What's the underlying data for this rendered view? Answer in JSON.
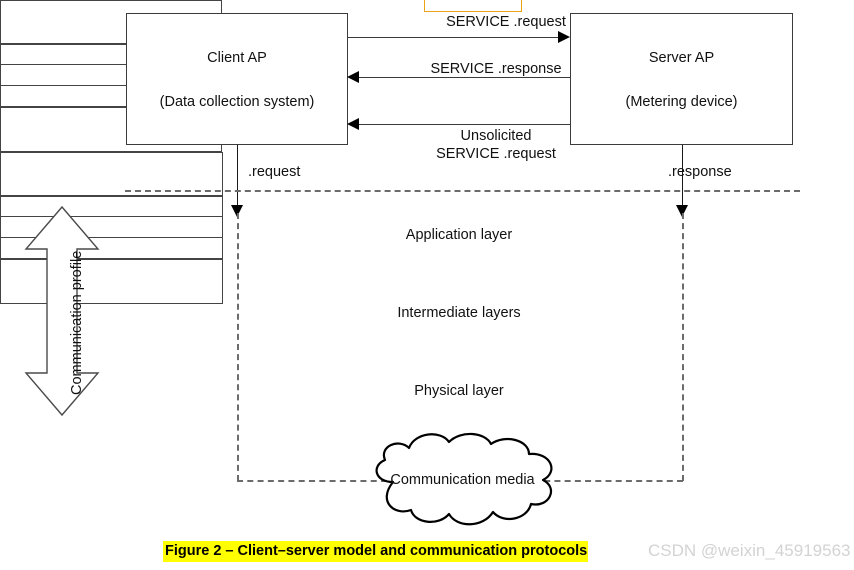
{
  "diagram": {
    "client_ap": {
      "title": "Client AP",
      "subtitle": "(Data collection system)"
    },
    "server_ap": {
      "title": "Server AP",
      "subtitle": "(Metering device)"
    },
    "messages": [
      {
        "id": "service-request",
        "text": "SERVICE .request",
        "direction": "client-to-server"
      },
      {
        "id": "service-response",
        "text": "SERVICE .response",
        "direction": "server-to-client"
      },
      {
        "id": "unsolicited-line1",
        "text": "Unsolicited",
        "direction": "server-to-client"
      },
      {
        "id": "unsolicited-line2",
        "text": "SERVICE .request",
        "direction": "server-to-client"
      }
    ],
    "service_primitives": {
      "left": ".request",
      "right": ".response"
    },
    "layers": [
      {
        "id": "application-layer",
        "label": "Application layer",
        "sublayers": 1
      },
      {
        "id": "intermediate-layers",
        "label": "Intermediate layers",
        "sublayers": 3
      },
      {
        "id": "physical-layer",
        "label": "Physical layer",
        "sublayers": 1
      }
    ],
    "profile_arrow_label": "Communication profile",
    "cloud_label": "Communication media",
    "colors": {
      "highlight": "#FFFF00",
      "accent_box": "#E8A317",
      "line": "#3a3a3a",
      "dashed": "#6b6b6b",
      "watermark": "#d3d3d3"
    }
  },
  "caption": {
    "text": "Figure 2 – Client–server model and communication protocols"
  },
  "watermark": {
    "text": "CSDN @weixin_45919563"
  }
}
